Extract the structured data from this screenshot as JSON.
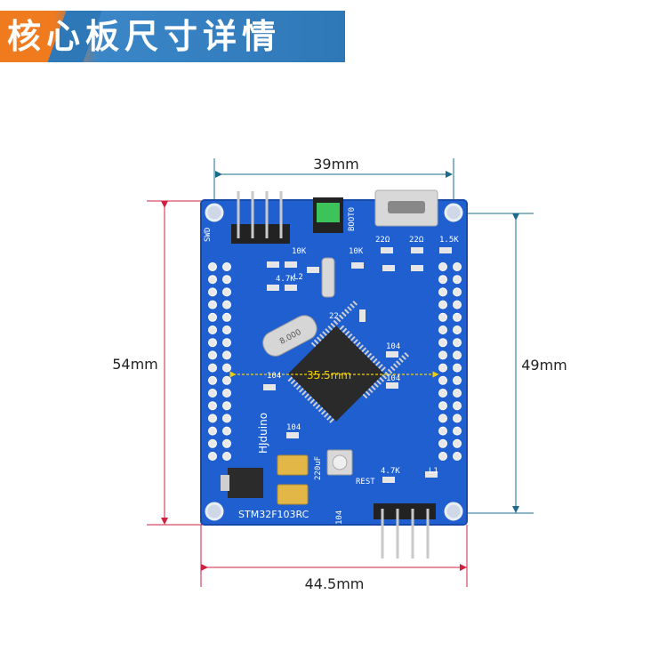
{
  "banner": {
    "title": "核心板尺寸详情",
    "accent_color": "#f07a1e",
    "bar_color": "#2f78b8"
  },
  "dimensions": {
    "top_width": "39mm",
    "bottom_width": "44.5mm",
    "left_height": "54mm",
    "right_height": "49mm",
    "inner_width": "35.5mm"
  },
  "board": {
    "color": "#1f5fd0",
    "model": "STM32F103RC",
    "brand": "HJduino",
    "labels": {
      "swd": "SWD",
      "boot0": "BOOT0",
      "r10k_a": "10K",
      "r10k_b": "10K",
      "r22_a": "22Ω",
      "r22_b": "22Ω",
      "r15k": "1.5K",
      "r47k_a": "4.7K",
      "r47k_b": "4.7K",
      "c104_a": "104",
      "c104_b": "104",
      "c104_c": "104",
      "c104_d": "104",
      "c104_e": "104",
      "l1": "L1",
      "l2": "L2",
      "rest": "REST",
      "cap": "220uF",
      "crystal": "8.000",
      "c22": "22"
    }
  }
}
